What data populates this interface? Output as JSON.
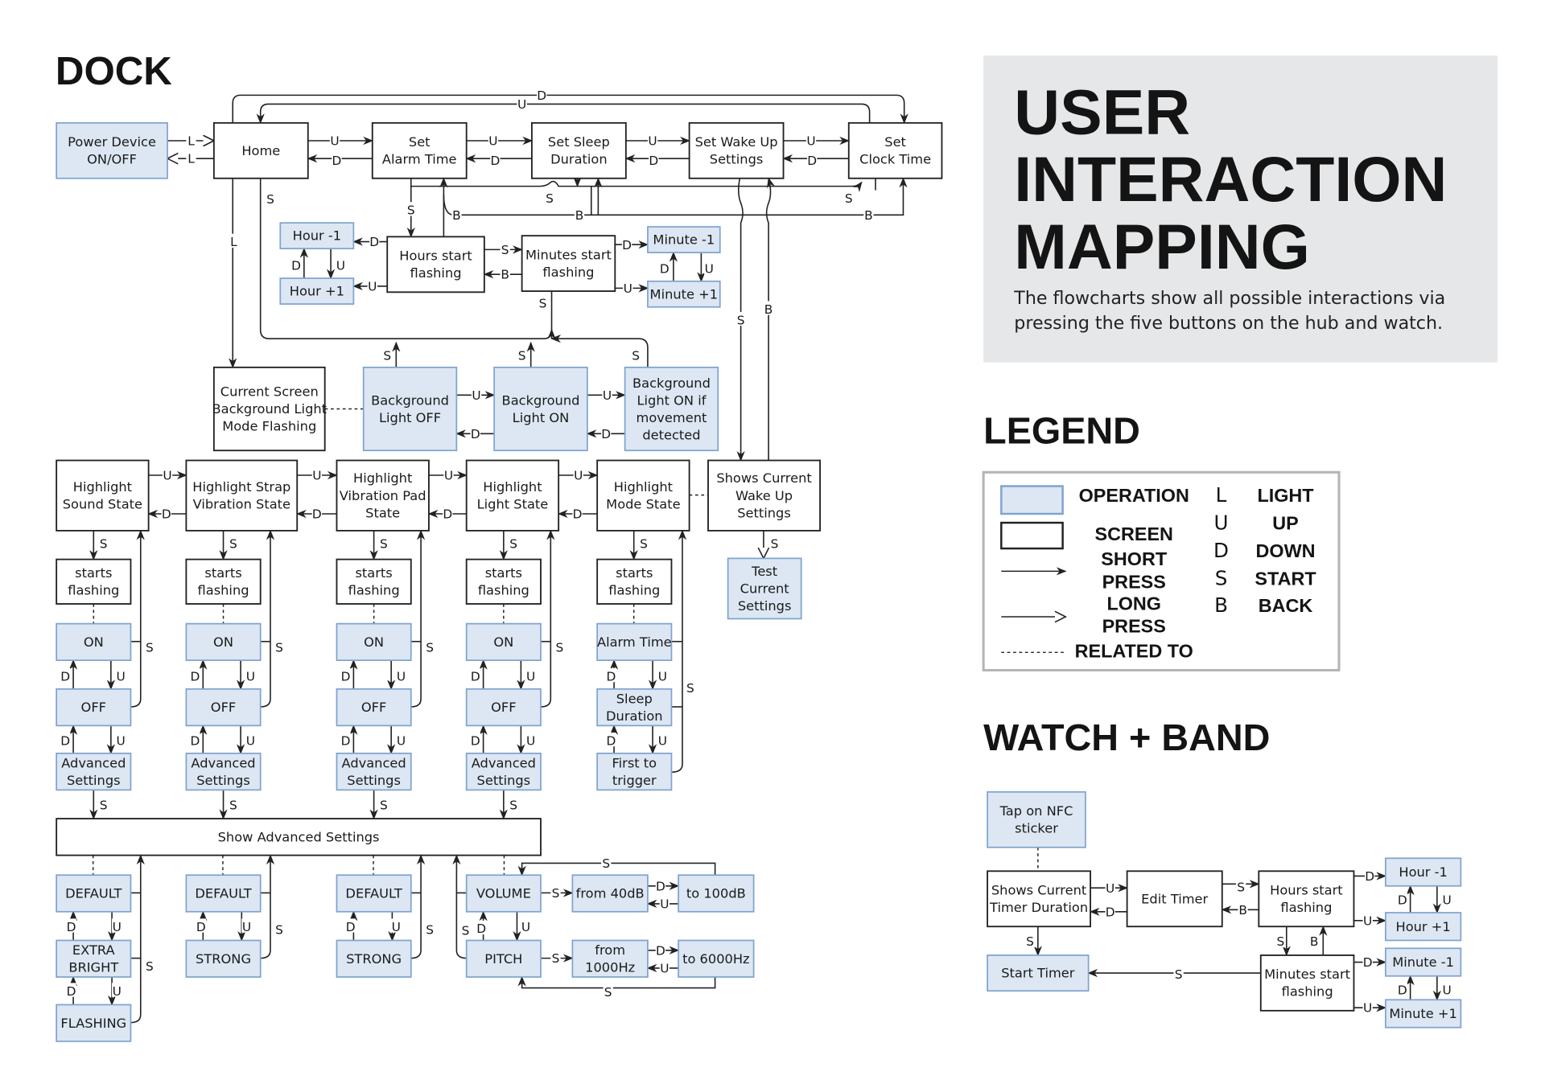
{
  "titles": {
    "dock": "DOCK",
    "main_line1": "USER",
    "main_line2": "INTERACTION",
    "main_line3": "MAPPING",
    "intro_line1": "The flowcharts show all possible interactions via",
    "intro_line2": "pressing the five buttons on the hub and watch.",
    "legend": "LEGEND",
    "watch": "WATCH + BAND"
  },
  "colors": {
    "operation_fill": "#dce7f3",
    "operation_stroke": "#7fa3cf",
    "screen_stroke": "#222222",
    "panel_bg": "#e6e7e8",
    "legend_border": "#b5b5b5"
  },
  "legend": {
    "operation": "OPERATION",
    "screen": "SCREEN",
    "short_press_1": "SHORT",
    "short_press_2": "PRESS",
    "long_press_1": "LONG",
    "long_press_2": "PRESS",
    "related_to": "RELATED TO",
    "keys": [
      {
        "key": "L",
        "meaning": "LIGHT"
      },
      {
        "key": "U",
        "meaning": "UP"
      },
      {
        "key": "D",
        "meaning": "DOWN"
      },
      {
        "key": "S",
        "meaning": "START"
      },
      {
        "key": "B",
        "meaning": "BACK"
      }
    ]
  },
  "nodes": {
    "power": [
      "Power Device",
      "ON/OFF"
    ],
    "home": [
      "Home"
    ],
    "set_alarm": [
      "Set",
      "Alarm Time"
    ],
    "set_sleep": [
      "Set Sleep",
      "Duration"
    ],
    "set_wake": [
      "Set Wake Up",
      "Settings"
    ],
    "set_clock": [
      "Set",
      "Clock Time"
    ],
    "hour_m1": [
      "Hour -1"
    ],
    "hour_p1": [
      "Hour +1"
    ],
    "hours_flash": [
      "Hours start",
      "flashing"
    ],
    "minutes_flash": [
      "Minutes start",
      "flashing"
    ],
    "minute_m1": [
      "Minute -1"
    ],
    "minute_p1": [
      "Minute +1"
    ],
    "cur_screen": [
      "Current Screen",
      "Background Light",
      "Mode Flashing"
    ],
    "bg_off": [
      "Background",
      "Light OFF"
    ],
    "bg_on": [
      "Background",
      "Light ON"
    ],
    "bg_move": [
      "Background",
      "Light ON if",
      "movement",
      "detected"
    ],
    "hl_sound": [
      "Highlight",
      "Sound State"
    ],
    "hl_strap": [
      "Highlight Strap",
      "Vibration State"
    ],
    "hl_pad": [
      "Highlight",
      "Vibration Pad",
      "State"
    ],
    "hl_light": [
      "Highlight",
      "Light State"
    ],
    "hl_mode": [
      "Highlight",
      "Mode State"
    ],
    "shows_wake": [
      "Shows Current",
      "Wake Up",
      "Settings"
    ],
    "test_current": [
      "Test",
      "Current",
      "Settings"
    ],
    "sf1": [
      "starts",
      "flashing"
    ],
    "sf2": [
      "starts",
      "flashing"
    ],
    "sf3": [
      "starts",
      "flashing"
    ],
    "sf4": [
      "starts",
      "flashing"
    ],
    "sf5": [
      "starts",
      "flashing"
    ],
    "on1": [
      "ON"
    ],
    "on2": [
      "ON"
    ],
    "on3": [
      "ON"
    ],
    "on4": [
      "ON"
    ],
    "alarm_time": [
      "Alarm Time"
    ],
    "off1": [
      "OFF"
    ],
    "off2": [
      "OFF"
    ],
    "off3": [
      "OFF"
    ],
    "off4": [
      "OFF"
    ],
    "sleep_dur": [
      "Sleep",
      "Duration"
    ],
    "adv1": [
      "Advanced",
      "Settings"
    ],
    "adv2": [
      "Advanced",
      "Settings"
    ],
    "adv3": [
      "Advanced",
      "Settings"
    ],
    "adv4": [
      "Advanced",
      "Settings"
    ],
    "first_trigger": [
      "First to",
      "trigger"
    ],
    "show_adv": [
      "Show Advanced Settings"
    ],
    "def1": [
      "DEFAULT"
    ],
    "def2": [
      "DEFAULT"
    ],
    "def3": [
      "DEFAULT"
    ],
    "extra_bright": [
      "EXTRA",
      "BRIGHT"
    ],
    "flashing": [
      "FLASHING"
    ],
    "strong2": [
      "STRONG"
    ],
    "strong3": [
      "STRONG"
    ],
    "volume": [
      "VOLUME"
    ],
    "pitch": [
      "PITCH"
    ],
    "from40": [
      "from 40dB"
    ],
    "to100": [
      "to 100dB"
    ],
    "from1000": [
      "from",
      "1000Hz"
    ],
    "to6000": [
      "to 6000Hz"
    ],
    "w_nfc": [
      "Tap on NFC",
      "sticker"
    ],
    "w_shows": [
      "Shows Current",
      "Timer Duration"
    ],
    "w_edit": [
      "Edit Timer"
    ],
    "w_hours": [
      "Hours start",
      "flashing"
    ],
    "w_minutes": [
      "Minutes start",
      "flashing"
    ],
    "w_start": [
      "Start Timer"
    ],
    "w_hour_m1": [
      "Hour -1"
    ],
    "w_hour_p1": [
      "Hour +1"
    ],
    "w_min_m1": [
      "Minute -1"
    ],
    "w_min_p1": [
      "Minute +1"
    ]
  },
  "edge_labels": {
    "L": "L",
    "U": "U",
    "D": "D",
    "S": "S",
    "B": "B"
  }
}
